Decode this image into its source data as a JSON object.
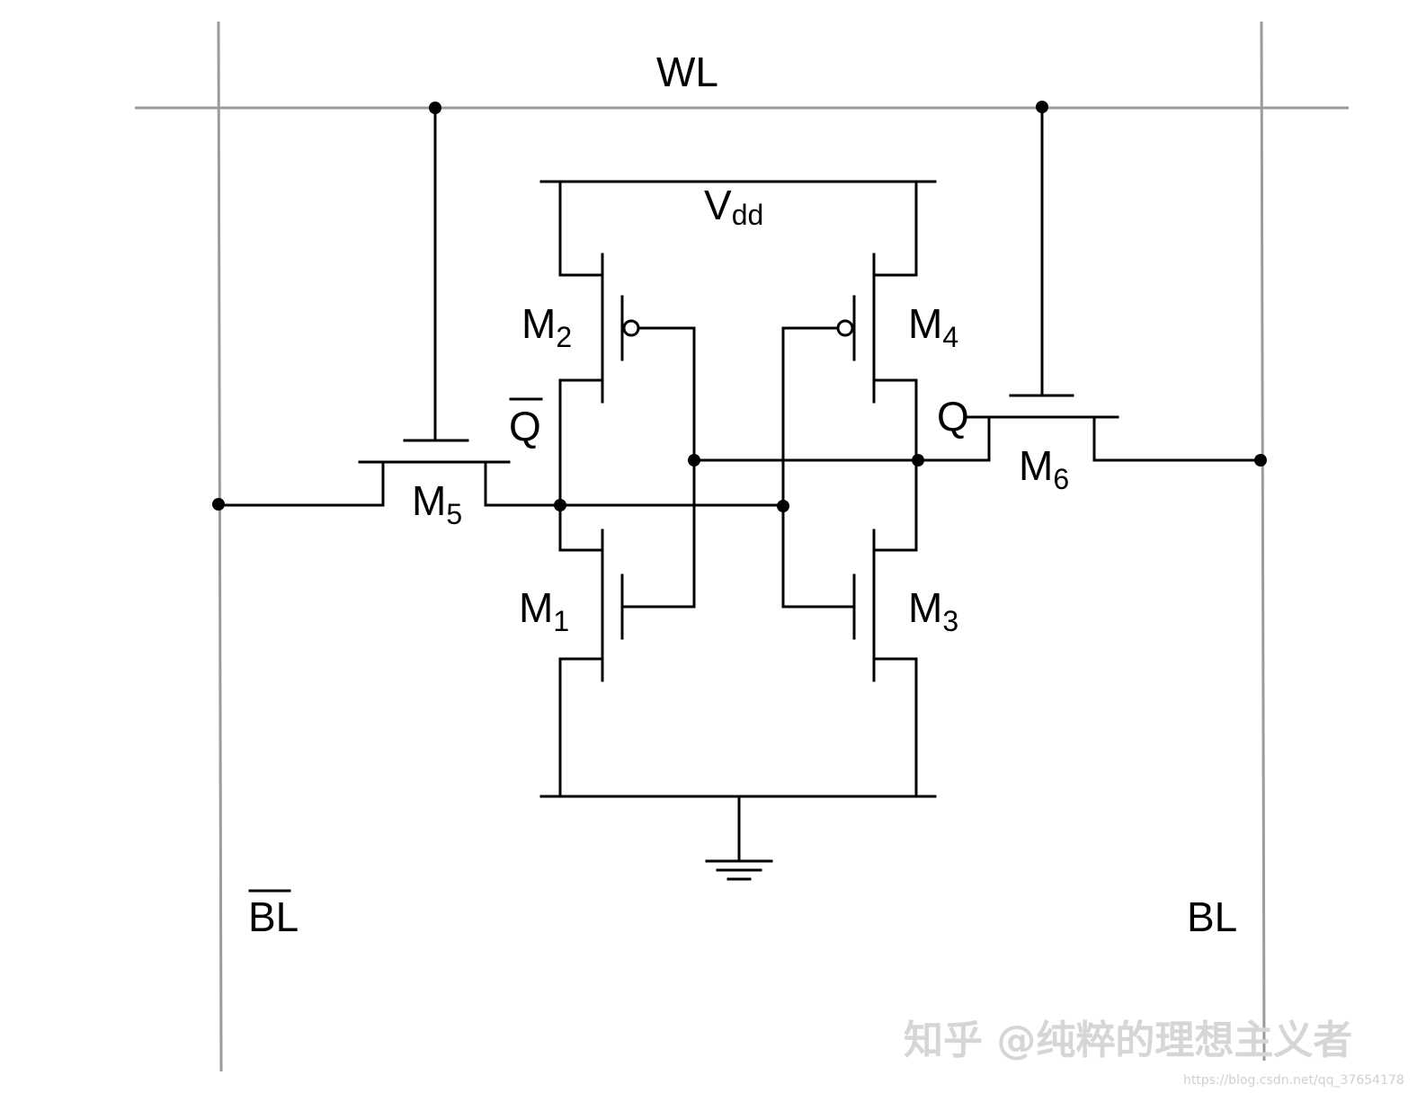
{
  "labels": {
    "wl": "WL",
    "vdd_main": "V",
    "vdd_sub": "dd",
    "bl": "BL",
    "bl_bar": "BL",
    "q": "Q",
    "q_bar": "Q"
  },
  "transistors": [
    {
      "id": "m1",
      "base": "M",
      "sub": "1",
      "type": "nmos"
    },
    {
      "id": "m2",
      "base": "M",
      "sub": "2",
      "type": "pmos"
    },
    {
      "id": "m3",
      "base": "M",
      "sub": "3",
      "type": "nmos"
    },
    {
      "id": "m4",
      "base": "M",
      "sub": "4",
      "type": "pmos"
    },
    {
      "id": "m5",
      "base": "M",
      "sub": "5",
      "type": "nmos-access"
    },
    {
      "id": "m6",
      "base": "M",
      "sub": "6",
      "type": "nmos-access"
    }
  ],
  "watermark": {
    "text": "知乎 @纯粹的理想主义者",
    "url": "https://blog.csdn.net/qq_37654178"
  },
  "colors": {
    "wire": "#000000",
    "rail": "#9a9a9a",
    "watermark": "#d6d6d6"
  }
}
